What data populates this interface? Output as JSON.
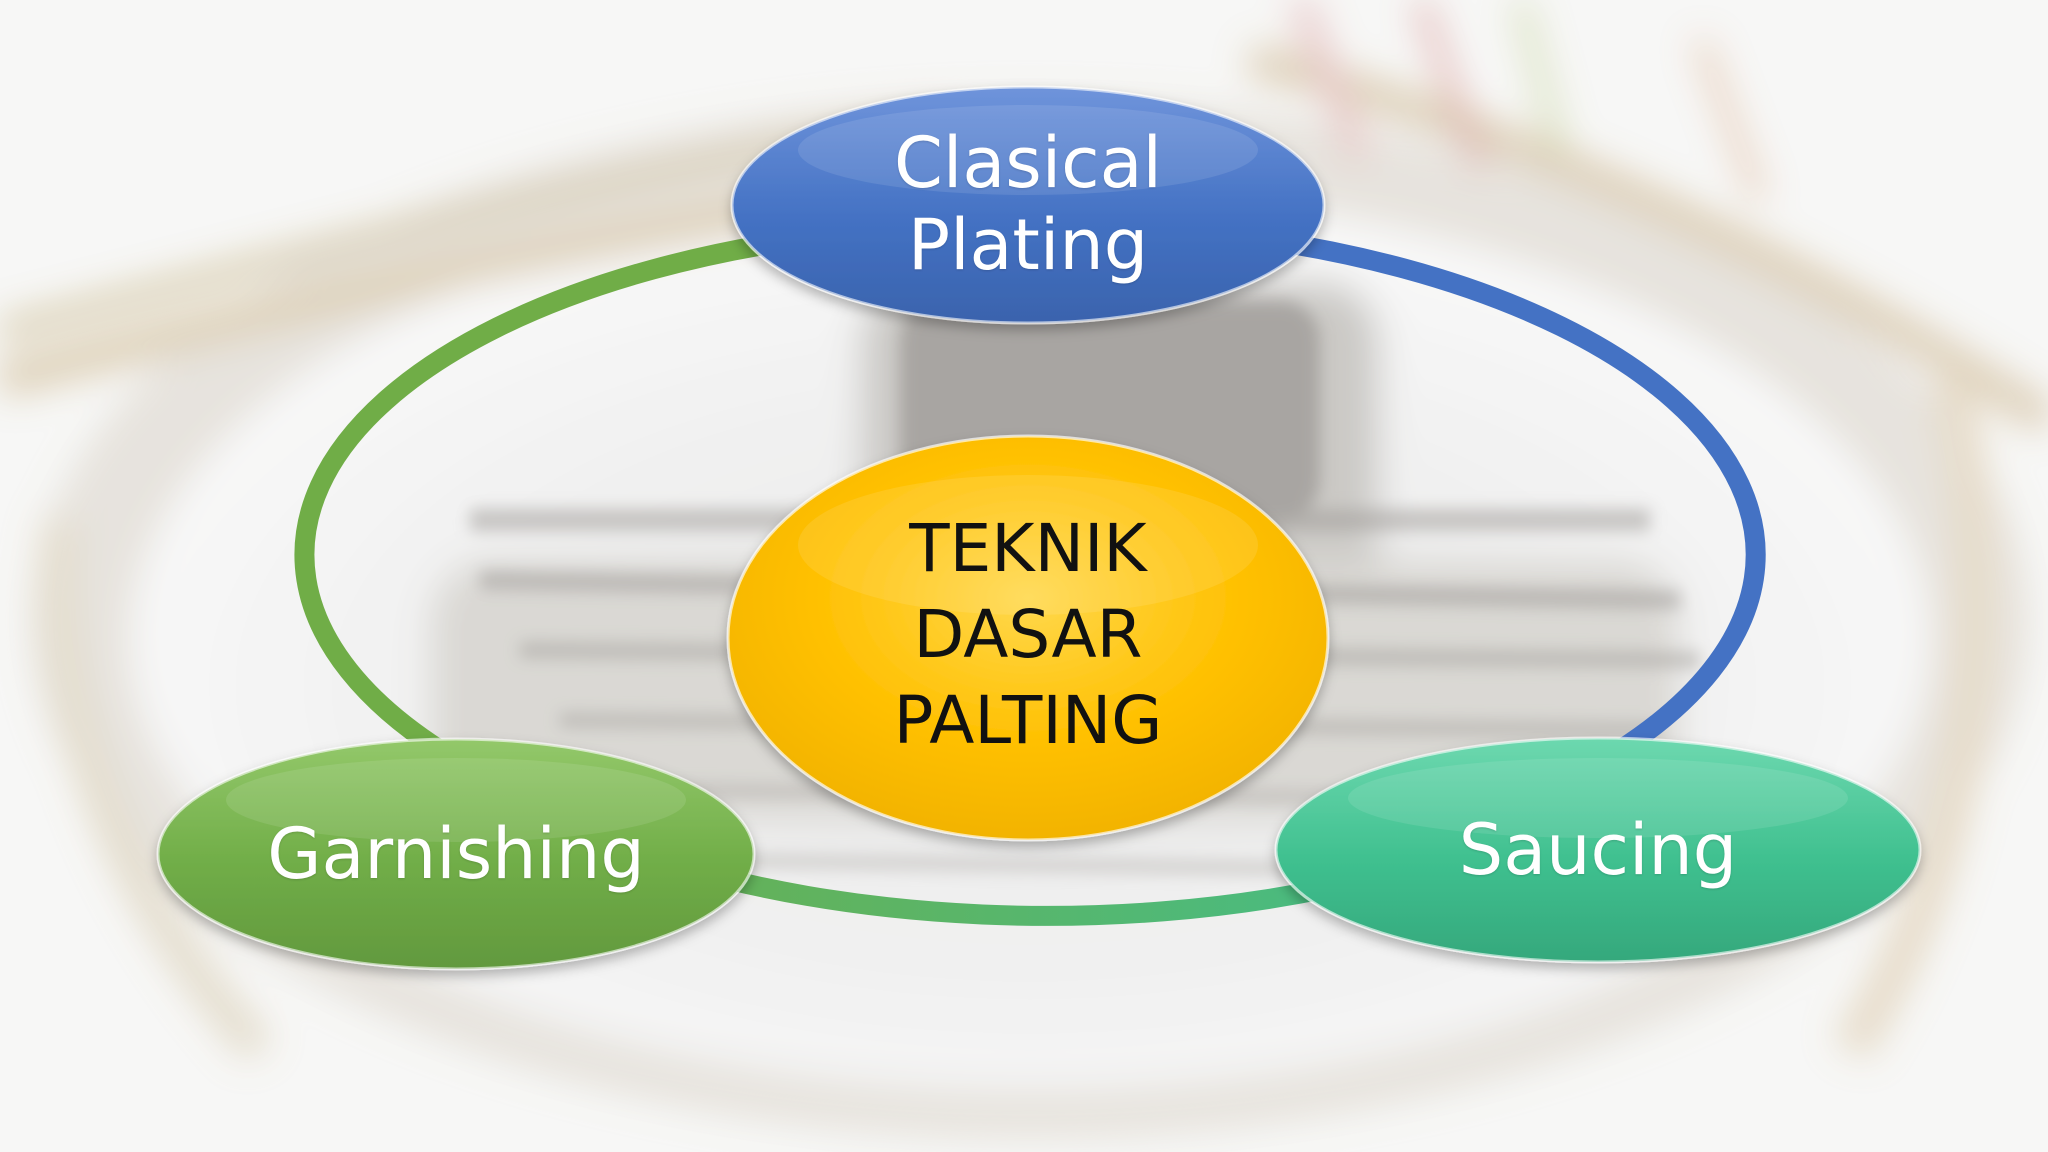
{
  "diagram": {
    "center": {
      "lines": [
        "TEKNIK",
        "DASAR",
        "PALTING"
      ]
    },
    "top": {
      "lines": [
        "Clasical",
        "Plating"
      ]
    },
    "bottom_left": {
      "label": "Garnishing"
    },
    "bottom_right": {
      "label": "Saucing"
    }
  },
  "colors": {
    "center_fill": "#FFC000",
    "top_fill": "#4472C4",
    "left_fill": "#70AD47",
    "right_fill": "#3FC08F",
    "ring_green": "#70AD47",
    "ring_blue": "#4472C4",
    "ring_teal": "#3FBF90"
  }
}
